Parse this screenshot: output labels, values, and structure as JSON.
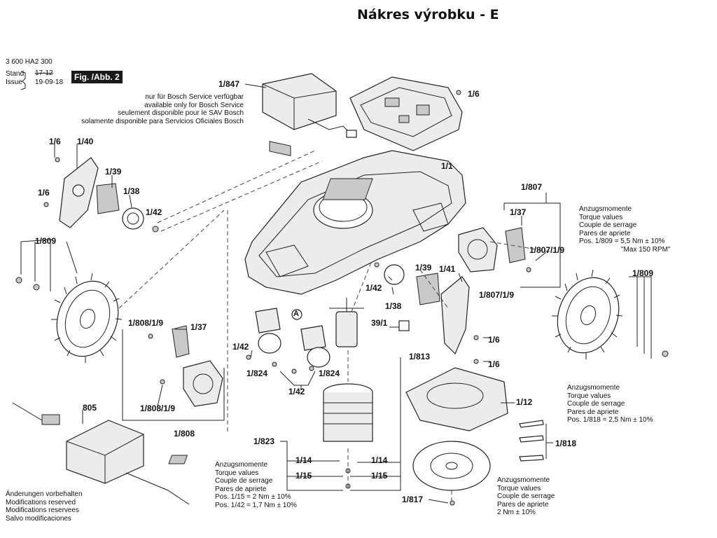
{
  "title": "Nákres výrobku - E",
  "header": {
    "part_no": "3 600 HA2 300",
    "stand_label": "Stand",
    "issue_label": "Issue",
    "date_old": "17-12",
    "date_new": "19-09-18",
    "fig_label": "Fig. /Abb. 2"
  },
  "service_note": [
    "nur für Bosch Service verfügbar",
    "available only for Bosch Service",
    "seulement disponible pour le SAV Bosch",
    "solamente disponible para Servicios Oficiales Bosch"
  ],
  "torque_notes": {
    "top_right": [
      "Anzugsmomente",
      "Torque values",
      "Couple de serrage",
      "Pares de apriete",
      "Pos. 1/809 = 5,5 Nm ± 10%",
      "\"Max 150 RPM\""
    ],
    "mid_right": [
      "Anzugsmomente",
      "Torque values",
      "Couple de serrage",
      "Pares de apriete",
      "Pos. 1/818 = 2,5 Nm ± 10%"
    ],
    "bottom_center": [
      "Anzugsmomente",
      "Torque values",
      "Couple de serrage",
      "Pares de apriete",
      "Pos. 1/15 = 2 Nm ± 10%",
      "Pos. 1/42 = 1,7 Nm ± 10%"
    ],
    "bottom_right": [
      "Anzugsmomente",
      "Torque values",
      "Couple de serrage",
      "Pares de apriete",
      "2 Nm ± 10%"
    ]
  },
  "modifications_note": [
    "Änderungen vorbehalten",
    "Modifications reserved",
    "Modifications reservees",
    "Salvo modificaciones"
  ],
  "callouts": {
    "c1847": "1/847",
    "c16a": "1/6",
    "c16b": "1/6",
    "c140": "1/40",
    "c16c": "1/6",
    "c139a": "1/39",
    "c138a": "1/38",
    "c142a": "1/42",
    "c11": "1/1",
    "c1807": "1/807",
    "c137a": "1/37",
    "c180719a": "1/807/1/9",
    "c1809a": "1/809",
    "c1809b": "1/809",
    "c139b": "1/39",
    "c141": "1/41",
    "c142b": "1/42",
    "c138b": "1/38",
    "c180719b": "1/807/1/9",
    "c3911": "39/1",
    "c16d": "1/6",
    "c16e": "1/6",
    "cA": "A",
    "c180819a": "1/808/1/9",
    "c137b": "1/37",
    "c142c": "1/42",
    "c1824a": "1/824",
    "c1824b": "1/824",
    "c142d": "1/42",
    "c1813": "1/813",
    "c180819b": "1/808/1/9",
    "c1808": "1/808",
    "c805": "805",
    "c112": "1/12",
    "c1818": "1/818",
    "c1823": "1/823",
    "c114a": "1/14",
    "c114b": "1/14",
    "c115a": "1/15",
    "c115b": "1/15",
    "c1817": "1/817"
  }
}
